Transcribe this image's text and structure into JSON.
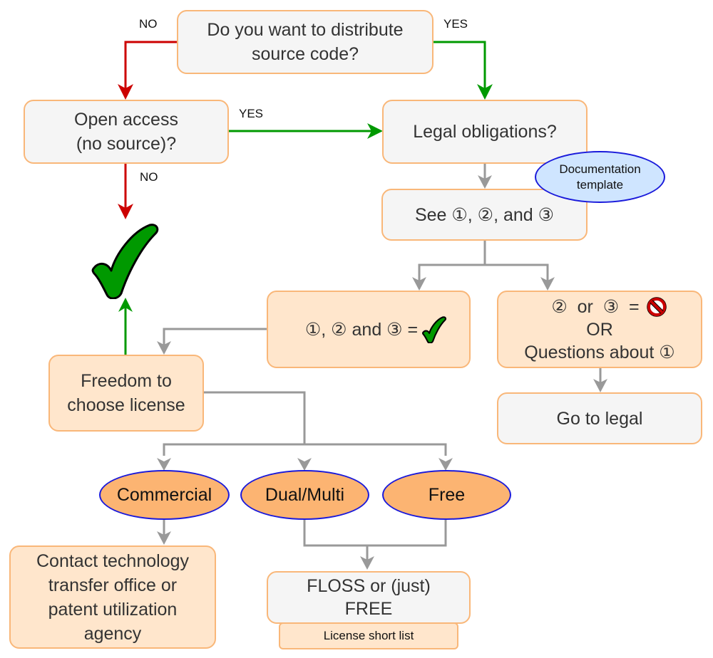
{
  "colors": {
    "no_arrow": "#cc0000",
    "yes_arrow": "#009900",
    "neutral_arrow": "#999999",
    "box_border": "#f9b779",
    "box_grey": "#f5f5f5",
    "box_peach": "#ffe6cc",
    "oval_orange": "#fcb472",
    "oval_blue": "#cfe5ff",
    "oval_border": "#1a1adb",
    "check_green": "#009900"
  },
  "edge_labels": {
    "top_no": "NO",
    "top_yes": "YES",
    "open_yes": "YES",
    "open_no": "NO"
  },
  "nodes": {
    "distribute": "Do you want to distribute\nsource code?",
    "open_access": "Open access\n(no source)?",
    "legal_obligations": "Legal obligations?",
    "documentation_template": "Documentation\ntemplate",
    "see_123": "See ①, ②, and ③",
    "all_ok": "①, ② and ③ =",
    "problem_line1": "②  or  ③  =",
    "problem_line2": "OR",
    "problem_line3": "Questions about ①",
    "go_to_legal": "Go to legal",
    "freedom": "Freedom to\nchoose license",
    "commercial": "Commercial",
    "dual_multi": "Dual/Multi",
    "free": "Free",
    "contact_tto": "Contact technology\ntransfer office or\npatent utilization\nagency",
    "floss": "FLOSS or (just)\nFREE",
    "license_short_list": "License short list"
  },
  "icons": {
    "big_check": "check-mark-icon",
    "small_check": "check-mark-icon",
    "prohibited": "prohibited-icon"
  }
}
